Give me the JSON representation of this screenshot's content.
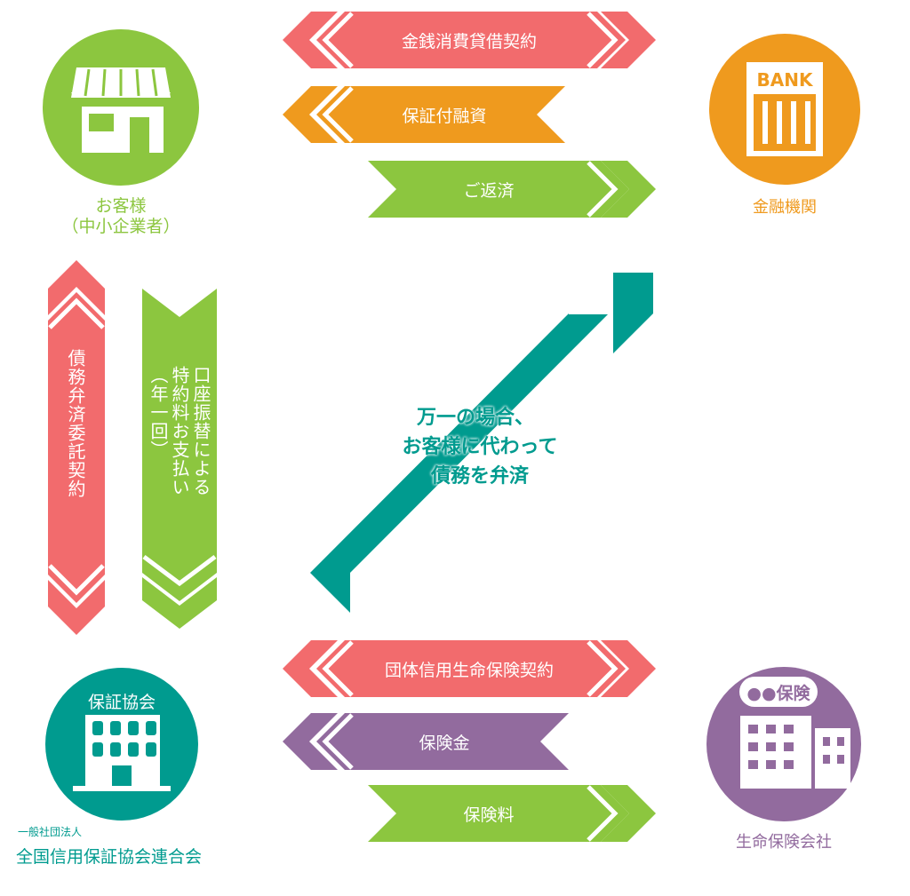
{
  "colors": {
    "coral": "#F26B6D",
    "orange": "#EF9A1E",
    "green": "#8CC63F",
    "teal": "#009B8F",
    "purple": "#926B9E",
    "white": "#FFFFFF"
  },
  "entities": {
    "customer": {
      "name": "お客様",
      "sub": "（中小企業者）",
      "icon": "store-icon"
    },
    "bank": {
      "name": "金融機関",
      "sign": "BANK",
      "icon": "bank-icon"
    },
    "association": {
      "sign": "保証協会",
      "org_type": "一般社団法人",
      "name": "全国信用保証協会連合会",
      "icon": "office-building-icon"
    },
    "insurer": {
      "sign": "●●保険",
      "name": "生命保険会社",
      "icon": "insurance-building-icon"
    }
  },
  "top_flows": [
    {
      "label": "金銭消費貸借契約",
      "direction": "both",
      "color": "coral"
    },
    {
      "label": "保証付融資",
      "direction": "left",
      "color": "orange"
    },
    {
      "label": "ご返済",
      "direction": "right",
      "color": "green"
    }
  ],
  "left_flows": [
    {
      "label": "債務弁済委託契約",
      "direction": "both",
      "color": "coral"
    },
    {
      "label": "口座振替による特約料お支払い（年一回）",
      "direction": "down",
      "color": "green",
      "lines": [
        "口座振替による",
        "特約料お支払い",
        "（年一回）"
      ]
    }
  ],
  "diagonal": {
    "lines": [
      "万一の場合、",
      "お客様に代わって",
      "債務を弁済"
    ],
    "color": "teal"
  },
  "bottom_flows": [
    {
      "label": "団体信用生命保険契約",
      "direction": "both",
      "color": "coral"
    },
    {
      "label": "保険金",
      "direction": "left",
      "color": "purple"
    },
    {
      "label": "保険料",
      "direction": "right",
      "color": "green"
    }
  ]
}
